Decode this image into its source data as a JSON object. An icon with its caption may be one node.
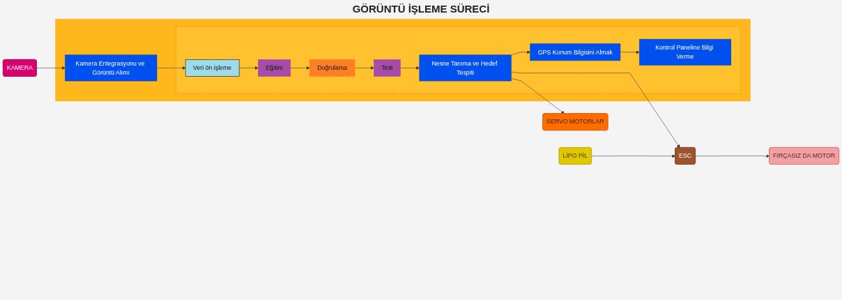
{
  "diagram": {
    "title": "GÖRÜNTÜ İŞLEME SÜRECİ",
    "nodes": [
      {
        "text": [
          "KAMERA"
        ]
      },
      {
        "text": [],
        "shape": "box"
      },
      {
        "text": [
          "Kamera Entegrasyonu ve Görüntü Alımı"
        ],
        "in": 1
      },
      {
        "text": [],
        "shape": "box",
        "in": 1
      },
      {
        "text": [
          "Veri ön işleme"
        ],
        "in": 3
      },
      {
        "text": [
          "Test"
        ],
        "in": 3
      },
      {
        "text": [
          "Nesne Tanıma ve Hedef Tespiti"
        ],
        "in": 3
      },
      {
        "text": [
          "Eğitim"
        ],
        "in": 3
      },
      {
        "text": [
          "Doğrulama"
        ],
        "in": 3
      },
      {
        "text": [
          "GPS Konum Bilgisini Almak"
        ],
        "in": 3
      },
      {
        "text": [
          "Kontrol Paneline Bilgi Verme"
        ],
        "in": 3
      },
      {
        "text": [
          "SERVO MOTORLAR"
        ]
      },
      {
        "text": [
          "ESC"
        ]
      },
      {
        "text": [
          "FIRÇASIZ DA MOTOR"
        ]
      },
      {
        "text": [
          "LİPO PİL"
        ]
      }
    ],
    "edges": [
      {
        "from": 0,
        "to": 2,
        "arrow": "to"
      },
      {
        "from": 2,
        "to": 4,
        "arrow": "to"
      },
      {
        "from": 4,
        "to": 7,
        "arrow": "to"
      },
      {
        "from": 7,
        "to": 8,
        "arrow": "to"
      },
      {
        "from": 8,
        "to": 5,
        "arrow": "to"
      },
      {
        "from": 5,
        "to": 6,
        "arrow": "to"
      },
      {
        "from": 6,
        "to": 12,
        "arrow": "to"
      },
      {
        "from": 6,
        "to": 11,
        "arrow": "to"
      },
      {
        "from": 6,
        "to": 9,
        "arrow": "to"
      },
      {
        "from": 9,
        "to": 10,
        "arrow": "to"
      },
      {
        "from": 12,
        "to": 13,
        "arrow": "to"
      },
      {
        "from": 14,
        "to": 12,
        "arrow": "to"
      }
    ]
  }
}
